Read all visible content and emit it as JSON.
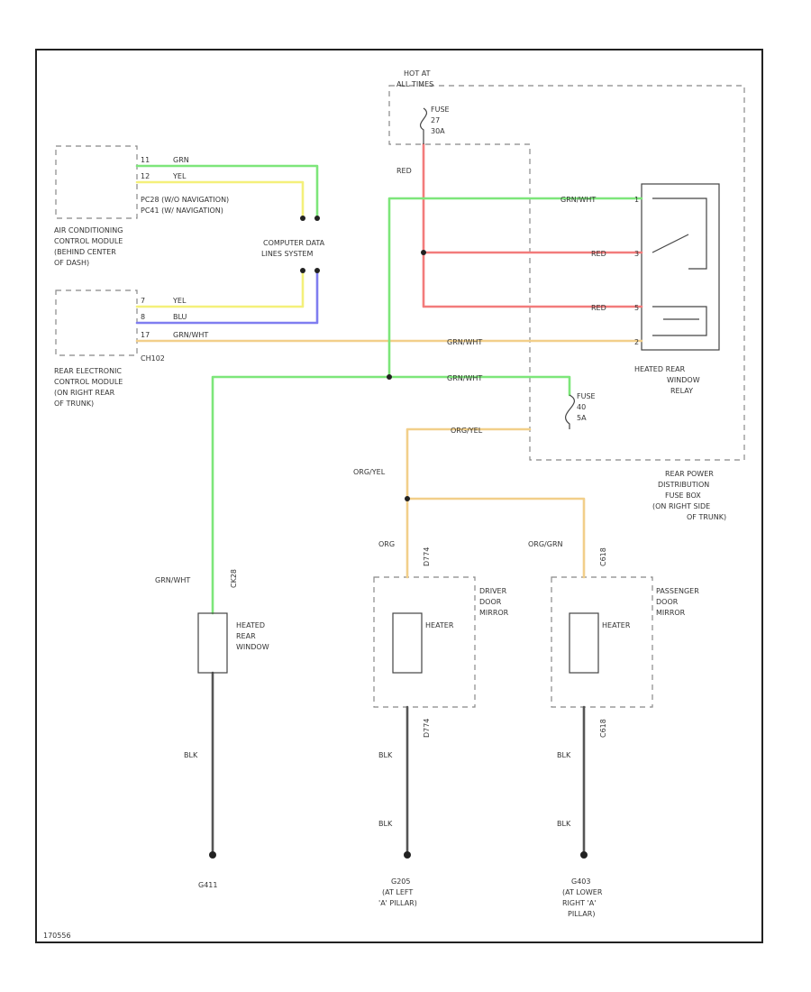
{
  "colors": {
    "green": "#7de67a",
    "yellow": "#f4f07a",
    "blue": "#7f7df0",
    "orange": "#f2cf8a",
    "red": "#f27b7b",
    "gray": "#555555"
  },
  "power": {
    "hot_at": "HOT AT",
    "all_times": "ALL TIMES",
    "fuse_27": [
      "FUSE",
      "27",
      "30A"
    ],
    "fuse_40": [
      "FUSE",
      "40",
      "5A"
    ]
  },
  "ac_module": {
    "pins": [
      "11",
      "12"
    ],
    "pin_wires": [
      "GRN",
      "YEL"
    ],
    "notes": [
      "PC28  (W/O NAVIGATION)",
      "PC41  (W/ NAVIGATION)"
    ],
    "label": [
      "AIR CONDITIONING",
      "CONTROL MODULE",
      "(BEHIND CENTER",
      "OF DASH)"
    ]
  },
  "dlc": {
    "label": [
      "COMPUTER DATA",
      "LINES SYSTEM"
    ]
  },
  "rear_module": {
    "pins": [
      "7",
      "8",
      "17"
    ],
    "pin_wires": [
      "YEL",
      "BLU",
      "GRN/WHT"
    ],
    "connector": "CH102",
    "label": [
      "REAR ELECTRONIC",
      "CONTROL MODULE",
      "(ON RIGHT REAR",
      "OF TRUNK)"
    ]
  },
  "wires": {
    "red": "RED",
    "grn_wht": "GRN/WHT",
    "org_yel": "ORG/YEL",
    "org": "ORG",
    "org_grn": "ORG/GRN",
    "blk": "BLK"
  },
  "relay": {
    "pins": [
      "1",
      "3",
      "5",
      "2"
    ],
    "label": [
      "HEATED REAR",
      "WINDOW",
      "RELAY"
    ]
  },
  "fusebox": {
    "label": [
      "REAR POWER",
      "DISTRIBUTION",
      "FUSE BOX",
      "(ON RIGHT SIDE",
      "OF TRUNK)"
    ]
  },
  "rear_window": {
    "connector": "CK28",
    "label": [
      "HEATED",
      "REAR",
      "WINDOW"
    ],
    "ground": "G411"
  },
  "driver_mirror": {
    "connector_top": "D774",
    "connector_bottom": "D774",
    "element": "HEATER",
    "label": [
      "DRIVER",
      "DOOR",
      "MIRROR"
    ],
    "ground": [
      "G205",
      "(AT LEFT",
      "'A' PILLAR)"
    ]
  },
  "passenger_mirror": {
    "connector_top": "C618",
    "connector_bottom": "C618",
    "element": "HEATER",
    "label": [
      "PASSENGER",
      "DOOR",
      "MIRROR"
    ],
    "ground": [
      "G403",
      "(AT LOWER",
      "RIGHT 'A'",
      "PILLAR)"
    ]
  },
  "figure_id": "170556"
}
